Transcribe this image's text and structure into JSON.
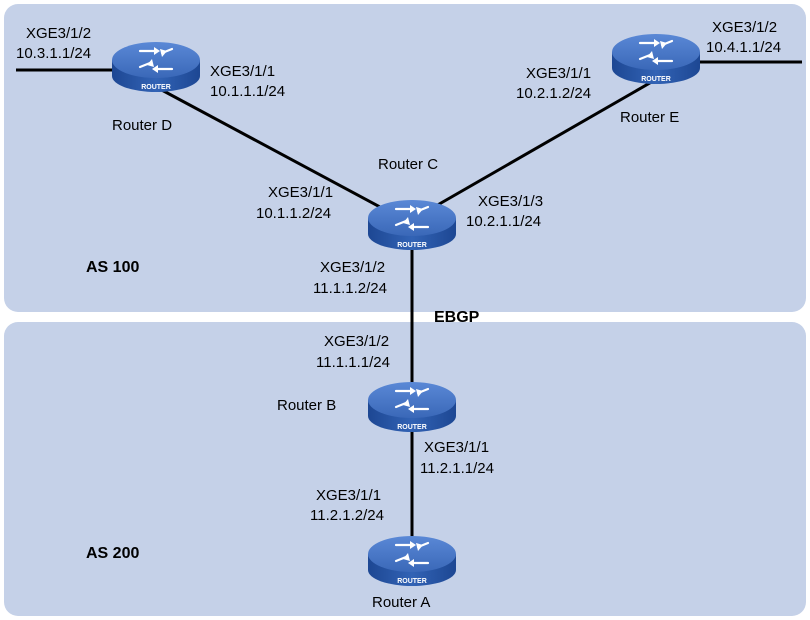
{
  "areas": {
    "as100": "AS 100",
    "as200": "AS 200",
    "ebgp": "EBGP"
  },
  "routers": {
    "a": {
      "name": "Router A",
      "badge": "ROUTER"
    },
    "b": {
      "name": "Router B",
      "badge": "ROUTER"
    },
    "c": {
      "name": "Router C",
      "badge": "ROUTER"
    },
    "d": {
      "name": "Router D",
      "badge": "ROUTER"
    },
    "e": {
      "name": "Router E",
      "badge": "ROUTER"
    }
  },
  "interfaces": {
    "d_xge312": {
      "port": "XGE3/1/2",
      "ip": "10.3.1.1/24"
    },
    "d_xge311": {
      "port": "XGE3/1/1",
      "ip": "10.1.1.1/24"
    },
    "e_xge311": {
      "port": "XGE3/1/1",
      "ip": "10.2.1.2/24"
    },
    "e_xge312": {
      "port": "XGE3/1/2",
      "ip": "10.4.1.1/24"
    },
    "c_xge311": {
      "port": "XGE3/1/1",
      "ip": "10.1.1.2/24"
    },
    "c_xge313": {
      "port": "XGE3/1/3",
      "ip": "10.2.1.1/24"
    },
    "c_xge312": {
      "port": "XGE3/1/2",
      "ip": "11.1.1.2/24"
    },
    "b_xge312": {
      "port": "XGE3/1/2",
      "ip": "11.1.1.1/24"
    },
    "b_xge311": {
      "port": "XGE3/1/1",
      "ip": "11.2.1.1/24"
    },
    "a_xge311": {
      "port": "XGE3/1/1",
      "ip": "11.2.1.2/24"
    }
  },
  "colors": {
    "region": "#c5d1e8",
    "router_body": "#2b59a8",
    "router_top": "#4a78c8",
    "link": "#000000"
  },
  "icons": {
    "router": "router-icon"
  }
}
